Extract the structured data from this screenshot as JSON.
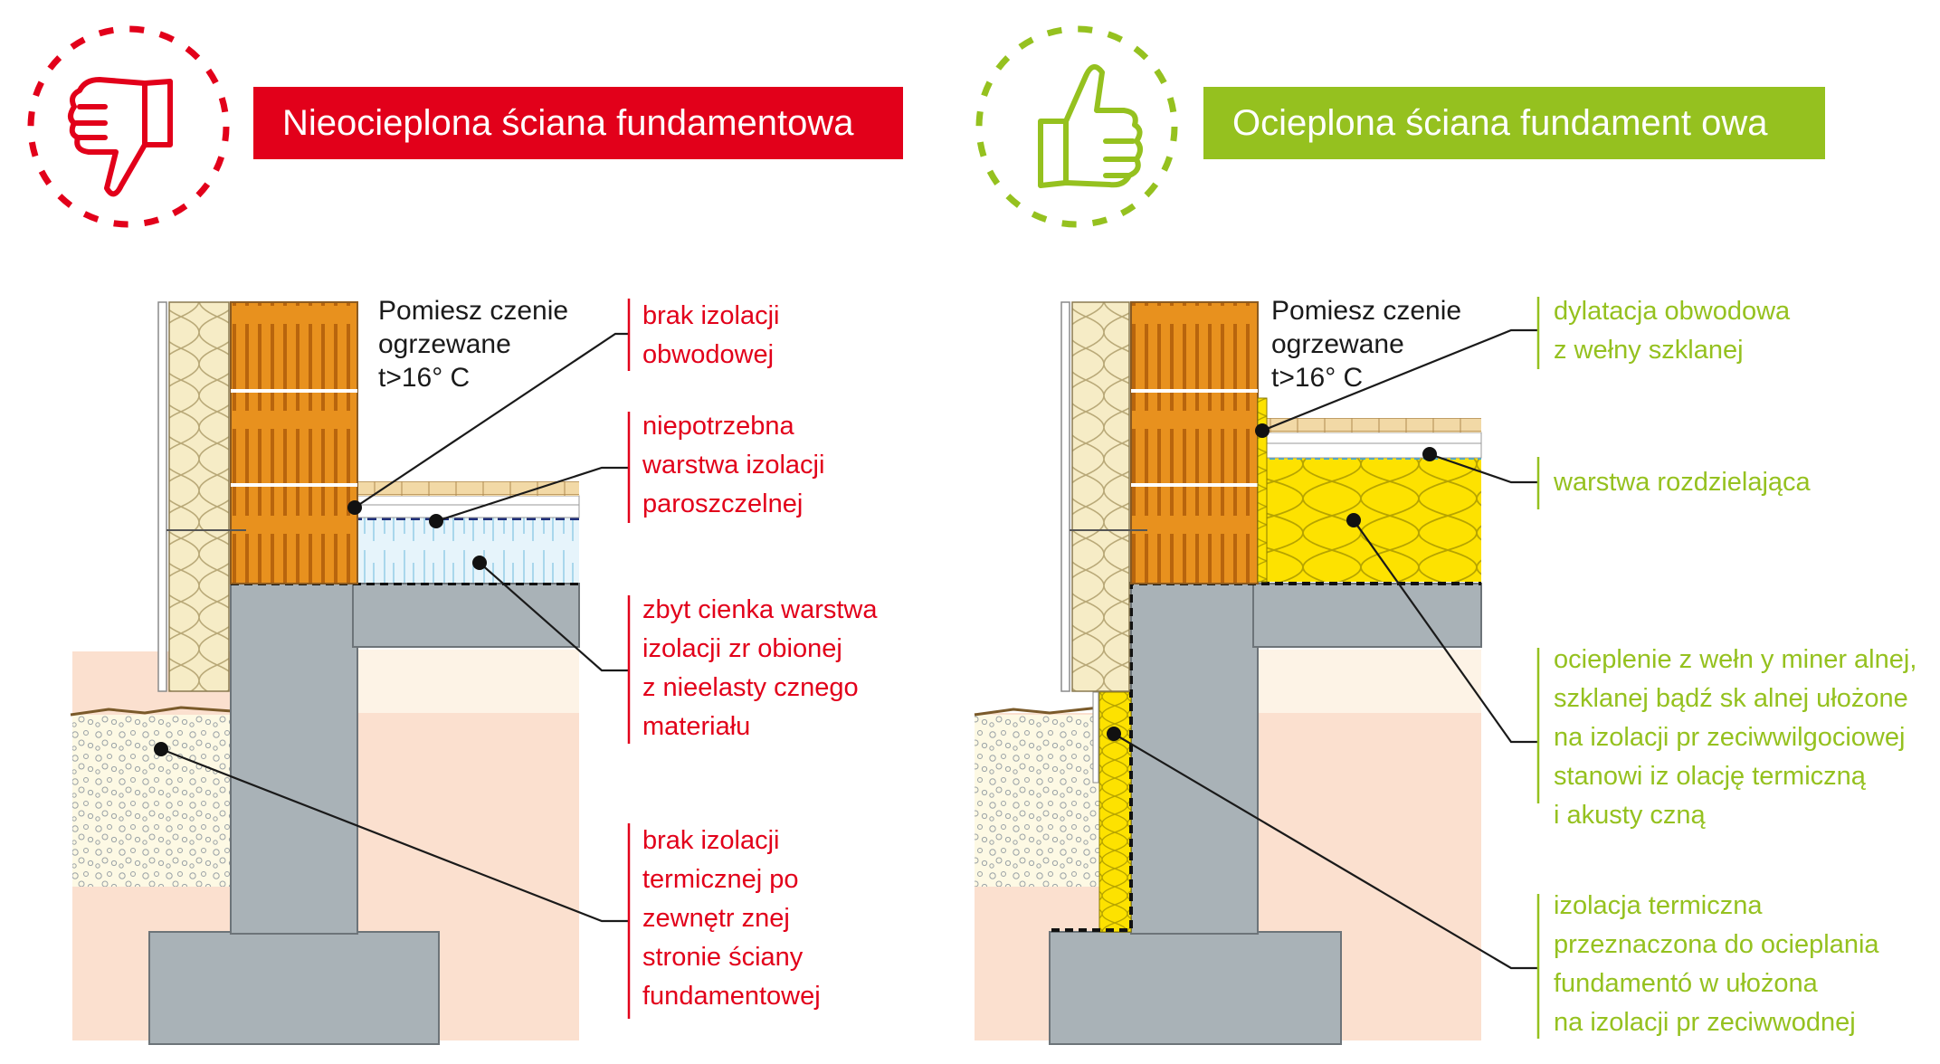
{
  "colors": {
    "negative": "#e2001a",
    "positive": "#95c11f",
    "brick": "#e8911e",
    "concrete": "#a9b2b7",
    "soil": "#fbe0cf",
    "fill": "#fdf9e4",
    "wool": "#fde200",
    "cream": "#f6ecc6"
  },
  "left": {
    "title": "Nieocieplona ściana fundamentowa",
    "icon": "thumbs-down-icon",
    "room": "Pomiesz czenie\nogrzewane\nt>16° C",
    "labels": {
      "no_perimeter": "brak izolacji\nobwodowej",
      "vapor": "niepotrzebna\nwarstwa izolacji\nparoszczelnej",
      "thin": "zbyt cienka warstwa\nizolacji zr obionej\nz nieelasty cznego\nmateriału",
      "no_external": "brak izolacji\ntermicznej po\nzewnętr znej\nstronie ściany\nfundamentowej"
    }
  },
  "right": {
    "title": "Ocieplona ściana fundament  owa",
    "icon": "thumbs-up-icon",
    "room": "Pomiesz czenie\nogrzewane\nt>16° C",
    "labels": {
      "dilatation": "dylatacja obwodowa\nz wełny szklanej",
      "separating": "warstwa rozdzielająca",
      "mineral": "ocieplenie z wełn y miner alnej,\nszklanej bądź sk alnej ułożone\nna izolacji pr zeciwwilgociowej\nstanowi iz olację termiczną\ni akusty czną",
      "foundation": "izolacja termiczna\nprzeznaczona do ocieplania\nfundamentó w ułożona\nna izolacji pr zeciwwodnej"
    }
  }
}
